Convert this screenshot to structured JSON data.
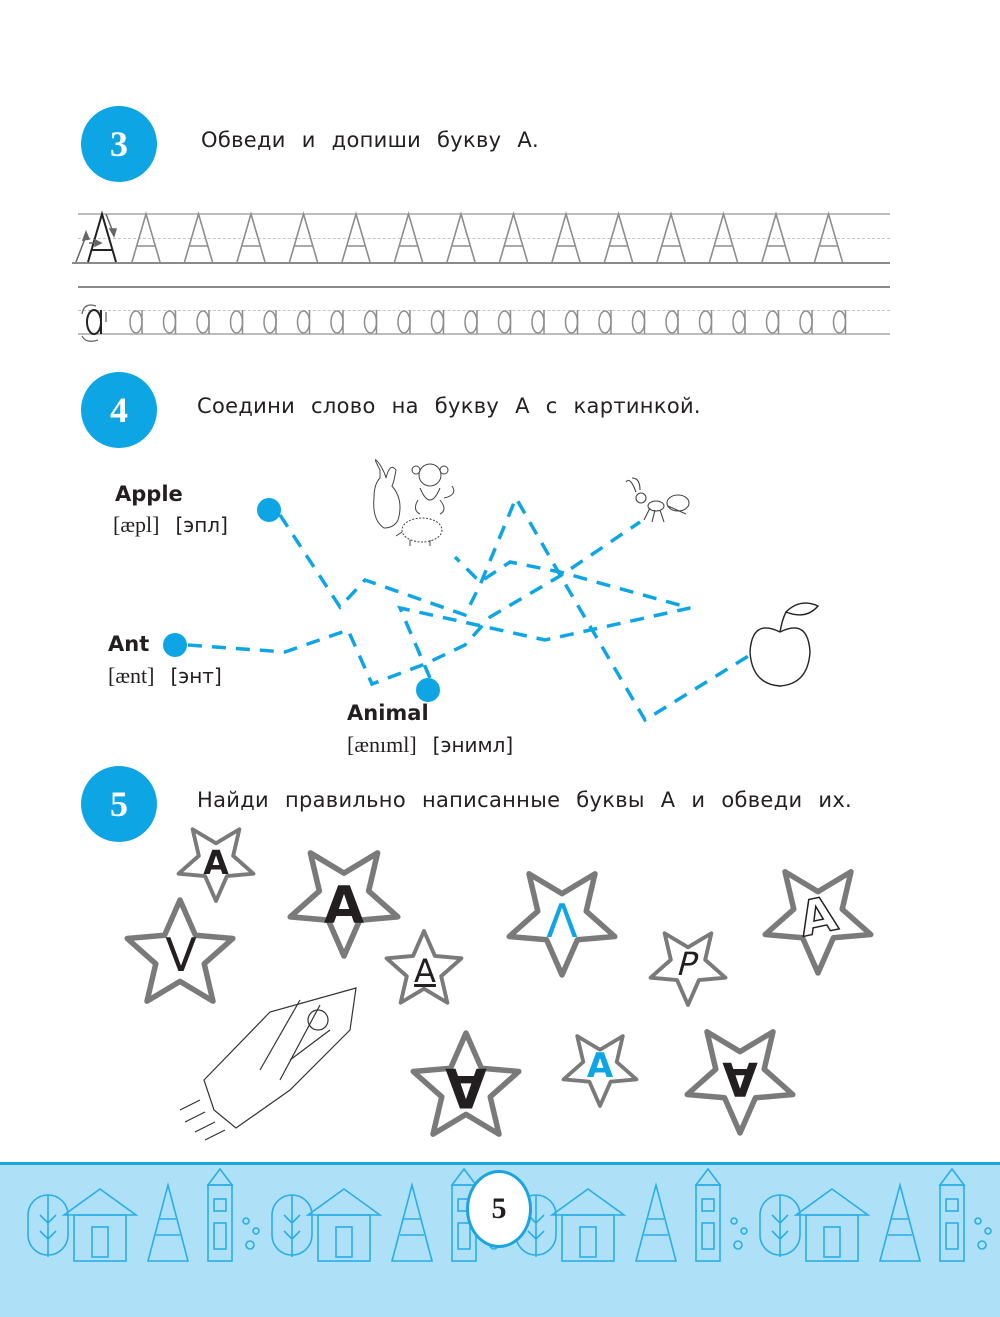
{
  "tasks": [
    {
      "number": "3",
      "instruction": "Обведи и допиши букву А."
    },
    {
      "number": "4",
      "instruction": "Соедини слово на букву А с картинкой."
    },
    {
      "number": "5",
      "instruction": "Найди правильно написанные буквы А и обведи их."
    }
  ],
  "tracing": {
    "uppercase_letter": "A",
    "uppercase_count": 14,
    "lowercase_letter": "a",
    "lowercase_count": 22
  },
  "matching": {
    "words": [
      {
        "word": "Apple",
        "ipa": "[æpl]",
        "ru": "[эпл]"
      },
      {
        "word": "Ant",
        "ipa": "[ænt]",
        "ru": "[энт]"
      },
      {
        "word": "Animal",
        "ipa": "[ænıml]",
        "ru": "[энимл]"
      }
    ],
    "pictures": [
      "animals-picture",
      "ant-picture",
      "apple-picture"
    ]
  },
  "stars": [
    {
      "glyph": "A",
      "note": "correct bold"
    },
    {
      "glyph": "V",
      "note": "V letter"
    },
    {
      "glyph": "A",
      "note": "correct large bold"
    },
    {
      "glyph": "A",
      "note": "double crossbar"
    },
    {
      "glyph": "Λ",
      "note": "blue, no crossbar"
    },
    {
      "glyph": "P",
      "note": "tilted"
    },
    {
      "glyph": "A",
      "note": "outline italic"
    },
    {
      "glyph": "A",
      "note": "upside down"
    },
    {
      "glyph": "A",
      "note": "blue, correct"
    },
    {
      "glyph": "A",
      "note": "upside down with bar"
    }
  ],
  "footer": {
    "page_number": "5"
  },
  "colors": {
    "accent": "#0ea5e4",
    "footer_bg": "#aee0f7",
    "footer_line": "#1ba4de",
    "star_outline": "#7a7a7a"
  }
}
